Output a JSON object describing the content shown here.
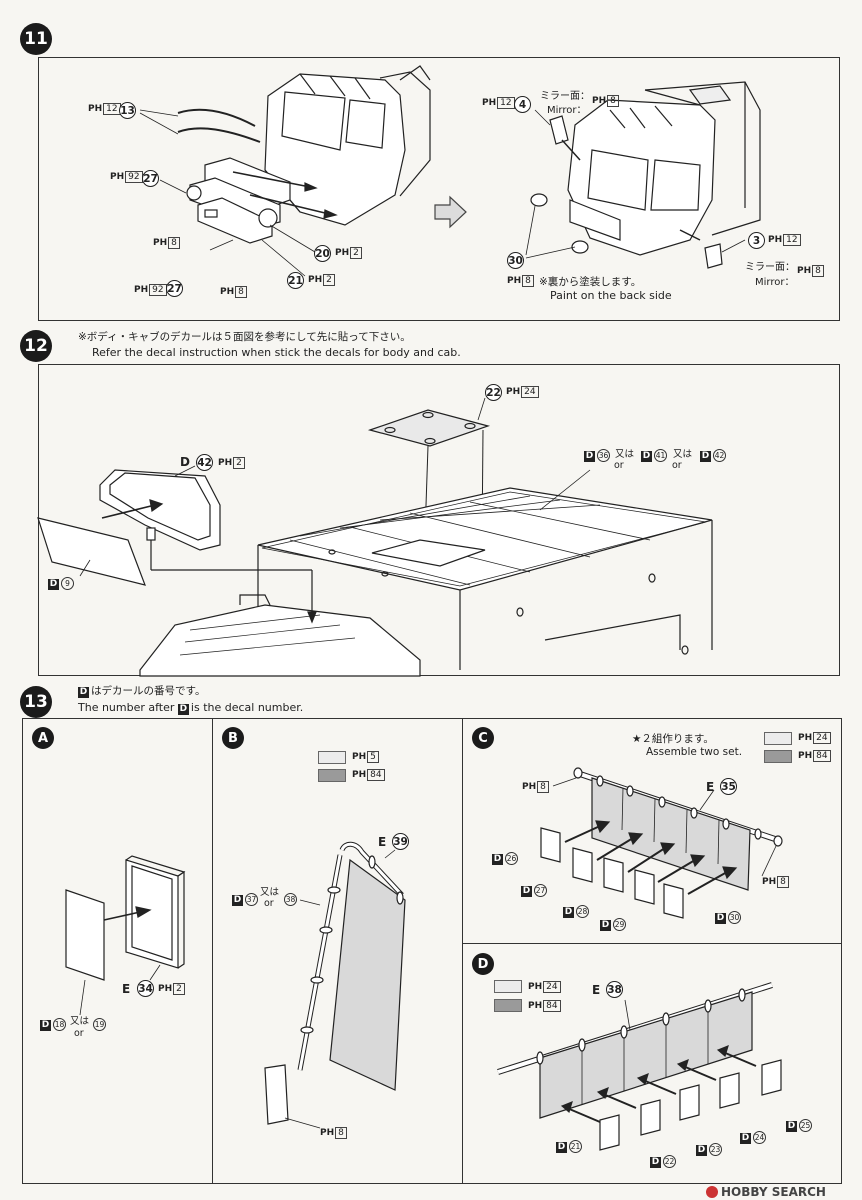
{
  "step11": {
    "number": "11",
    "labels": {
      "p13_palette": "PH",
      "p13_pal_num": "12",
      "p13": "13",
      "p27a_palette": "PH",
      "p27a_pal_num": "92",
      "p27a": "27",
      "p8a_palette": "PH",
      "p8a_pal_num": "8",
      "p20": "20",
      "p20_palette": "PH",
      "p20_pal_num": "2",
      "p21": "21",
      "p21_palette": "PH",
      "p21_pal_num": "2",
      "p27b_palette": "PH",
      "p27b_pal_num": "92",
      "p27b": "27",
      "p8b_palette": "PH",
      "p8b_pal_num": "8",
      "p4_palette": "PH",
      "p4_pal_num": "12",
      "p4": "4",
      "mirror_jp": "ミラー面：",
      "mirror_en": "Mirror：",
      "mirror_pal": "PH",
      "mirror_pal_num": "8",
      "p3": "3",
      "p3_palette": "PH",
      "p3_pal_num": "12",
      "mirror2_jp": "ミラー面：",
      "mirror2_en": "Mirror：",
      "mirror2_pal": "PH",
      "mirror2_pal_num": "8",
      "p30": "30",
      "back_pal": "PH",
      "back_pal_num": "8",
      "back_jp": "※裏から塗装します。",
      "back_en": "Paint on the back side"
    }
  },
  "step12": {
    "number": "12",
    "note_jp": "※ボディ・キャブのデカールは５面図を参考にして先に貼って下さい。",
    "note_en": "Refer the decal instruction when stick the decals for body and cab.",
    "labels": {
      "p22": "22",
      "p22_pal": "PH",
      "p22_pal_num": "24",
      "d42_letter": "D",
      "d42": "42",
      "d42_pal": "PH",
      "d42_pal_num": "2",
      "d9_box": "D",
      "d9": "9",
      "roof_d1": "D",
      "roof_n1": "36",
      "roof_or1_jp": "又は",
      "roof_or1_en": "or",
      "roof_d2": "D",
      "roof_n2": "41",
      "roof_or2_jp": "又は",
      "roof_or2_en": "or",
      "roof_d3": "D",
      "roof_n3": "42"
    }
  },
  "step13": {
    "number": "13",
    "note_box": "D",
    "note_jp": "はデカールの番号です。",
    "note_en_pre": "The number after",
    "note_en_box": "D",
    "note_en_post": "is the decal number.",
    "panels": {
      "A": {
        "letter": "A",
        "e_letter": "E",
        "e_num": "34",
        "e_pal": "PH",
        "e_pal_num": "2",
        "d_box": "D",
        "d_n1": "18",
        "d_or_jp": "又は",
        "d_or_en": "or",
        "d_n2": "19"
      },
      "B": {
        "letter": "B",
        "sw1_pal": "PH",
        "sw1_num": "5",
        "sw2_pal": "PH",
        "sw2_num": "84",
        "e_letter": "E",
        "e_num": "39",
        "d_box": "D",
        "d_n1": "37",
        "d_or_jp": "又は",
        "d_or_en": "or",
        "d_n2": "38",
        "pole_pal": "PH",
        "pole_num": "8"
      },
      "C": {
        "letter": "C",
        "note_jp": "★２組作ります。",
        "note_en": "Assemble two set.",
        "sw1_pal": "PH",
        "sw1_num": "24",
        "sw2_pal": "PH",
        "sw2_num": "84",
        "left_pal": "PH",
        "left_num": "8",
        "right_pal": "PH",
        "right_num": "8",
        "e_letter": "E",
        "e_num": "35",
        "decals": [
          "26",
          "27",
          "28",
          "29",
          "30"
        ],
        "d_box": "D"
      },
      "D": {
        "letter": "D",
        "sw1_pal": "PH",
        "sw1_num": "24",
        "sw2_pal": "PH",
        "sw2_num": "84",
        "e_letter": "E",
        "e_num": "38",
        "decals": [
          "21",
          "22",
          "23",
          "24",
          "25"
        ],
        "d_box": "D"
      }
    }
  },
  "watermark": "HOBBY SEARCH",
  "colors": {
    "panel_border": "#333333",
    "swatch_light": "#ececec",
    "swatch_dark": "#9a9a9a",
    "decal_fill": "#d9d9d9"
  }
}
